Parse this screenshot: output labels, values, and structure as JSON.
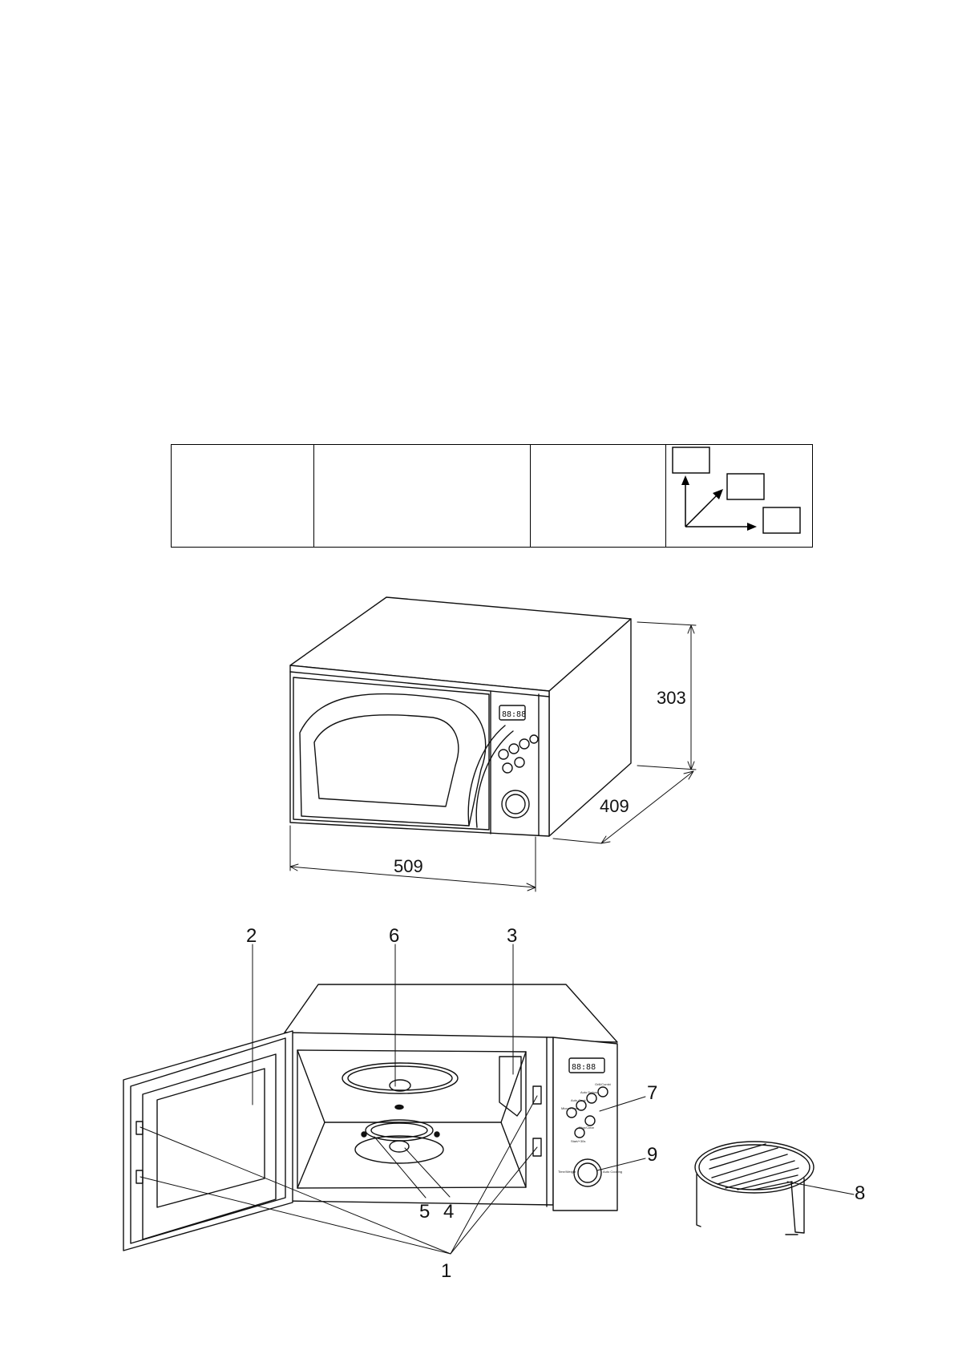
{
  "dimensions": {
    "height": "303",
    "depth": "409",
    "width": "509"
  },
  "display_readout": "88:88",
  "callouts": {
    "door_latches": "1",
    "door": "2",
    "waveguide_cover": "3",
    "roller_ring": "4",
    "turntable_shaft": "5",
    "glass_tray": "6",
    "control_panel": "7",
    "grill_rack": "8",
    "dial": "9"
  },
  "control_panel_labels": {
    "button_1": "Grill/Combi",
    "button_2": "Auto Defrost",
    "button_3": "Auto Cook",
    "button_4": "Micro Power",
    "button_5": "Stop/Clear",
    "button_6": "Start/+30s",
    "dial_left": "Time/Weight",
    "dial_right": "Auto Cooking"
  }
}
